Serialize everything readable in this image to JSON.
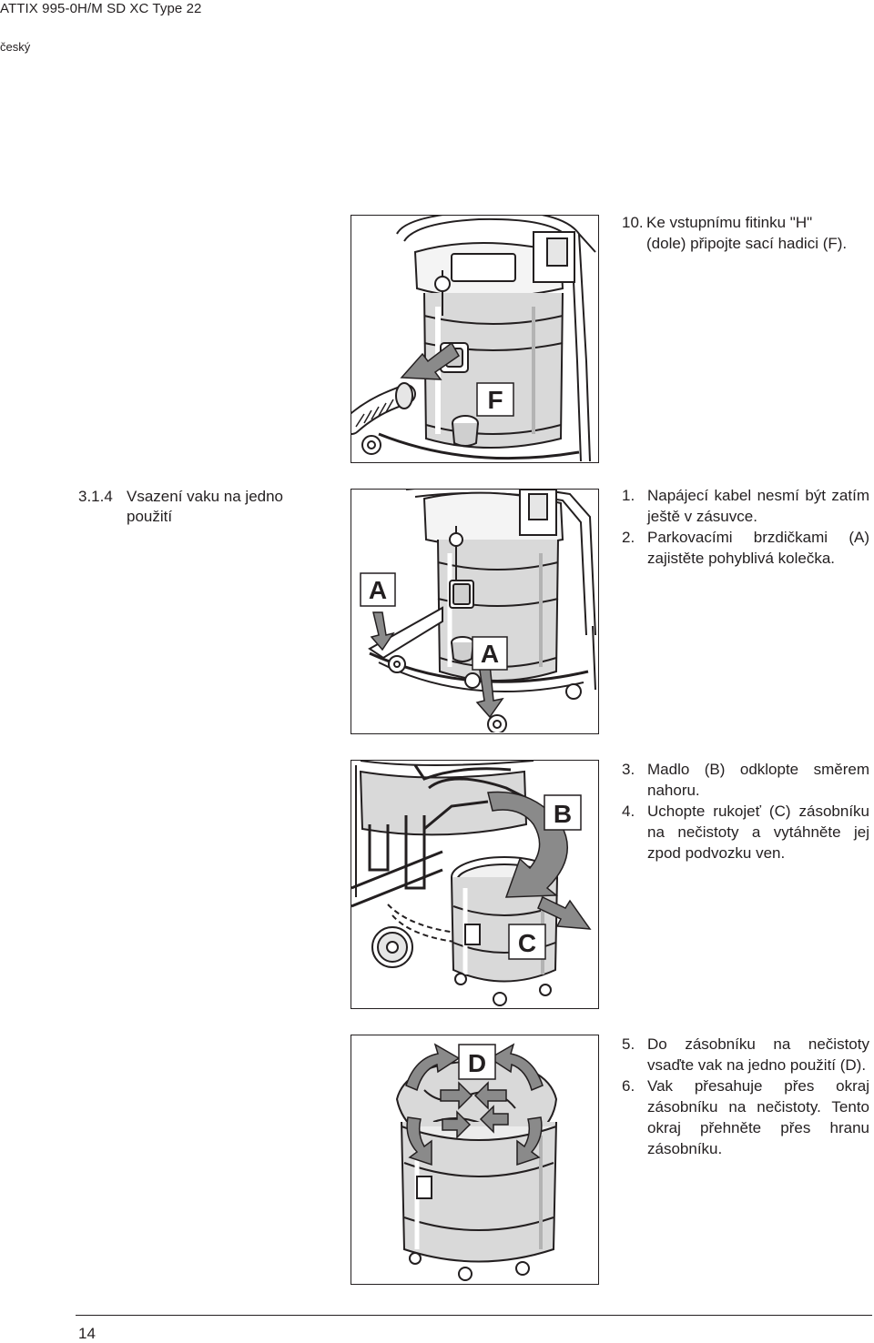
{
  "header": {
    "title": "ATTIX 995-0H/M SD XC Type 22",
    "language": "český"
  },
  "steps": {
    "s10": {
      "num": "10.",
      "line1": "Ke vstupnímu fitinku \"H\"",
      "line2": "(dole) připojte sací hadici (F)."
    },
    "s1": {
      "num": "1.",
      "text": "Napájecí kabel nesmí být zatím ještě v zásuvce."
    },
    "s2": {
      "num": "2.",
      "text": "Parkovacími brzdičkami (A) zajistěte pohyblivá kolečka."
    },
    "s3": {
      "num": "3.",
      "text": "Madlo (B) odklopte směrem nahoru."
    },
    "s4": {
      "num": "4.",
      "text": "Uchopte rukojeť (C) zásobníku na nečistoty a vytáhněte jej zpod podvozku ven."
    },
    "s5": {
      "num": "5.",
      "text": "Do zásobníku na nečistoty vsaďte vak na jedno použití (D)."
    },
    "s6": {
      "num": "6.",
      "text": "Vak přesahuje přes okraj zásobníku na nečistoty. Tento okraj přehněte přes hranu zásobníku."
    }
  },
  "section": {
    "number": "3.1.4",
    "title_line1": "Vsazení vaku na jedno",
    "title_line2": "použití"
  },
  "figures": {
    "fig1": {
      "label": "F",
      "icon": "vacuum-hose-connection-illustration"
    },
    "fig2": {
      "label1": "A",
      "label2": "A",
      "icon": "vacuum-parking-brake-illustration"
    },
    "fig3": {
      "label1": "B",
      "label2": "C",
      "icon": "vacuum-container-removal-illustration"
    },
    "fig4": {
      "label": "D",
      "icon": "container-bag-insertion-illustration"
    }
  },
  "footer": {
    "page": "14"
  }
}
